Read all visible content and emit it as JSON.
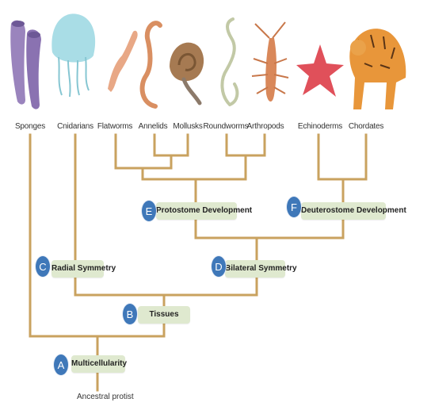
{
  "taxa": [
    {
      "id": "sponges",
      "label": "Sponges"
    },
    {
      "id": "cnidarians",
      "label": "Cnidarians"
    },
    {
      "id": "flatworms",
      "label": "Flatworms"
    },
    {
      "id": "annelids",
      "label": "Annelids"
    },
    {
      "id": "mollusks",
      "label": "Mollusks"
    },
    {
      "id": "roundworms",
      "label": "Roundworms"
    },
    {
      "id": "arthropods",
      "label": "Arthropods"
    },
    {
      "id": "echinoderms",
      "label": "Echinoderms"
    },
    {
      "id": "chordates",
      "label": "Chordates"
    }
  ],
  "traits": [
    {
      "letter": "A",
      "label": "Multicellularity"
    },
    {
      "letter": "B",
      "label": "Tissues"
    },
    {
      "letter": "C",
      "label": "Radial Symmetry"
    },
    {
      "letter": "D",
      "label": "Bilateral Symmetry"
    },
    {
      "letter": "E",
      "label": "Protostome Development"
    },
    {
      "letter": "F",
      "label": "Deuterostome Development"
    }
  ],
  "root_label": "Ancestral protist",
  "colors": {
    "line": "#c9a25f",
    "trait_box": "#dfe9cf",
    "badge": "#3f78b9"
  }
}
